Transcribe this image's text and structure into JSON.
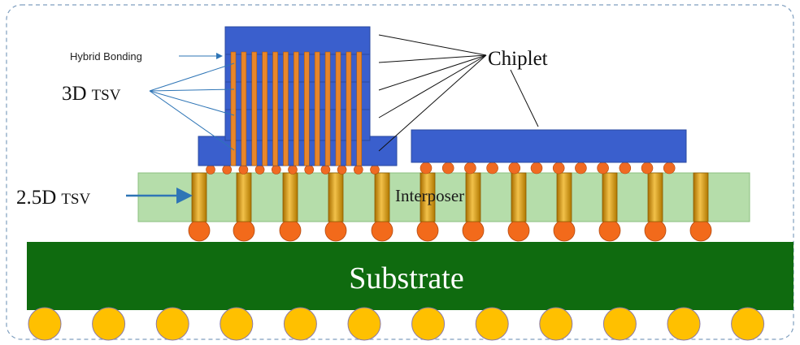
{
  "labels": {
    "hybrid_bonding": "Hybrid Bonding",
    "tsv_3d_prefix": "3D",
    "tsv_3d_suffix": "TSV",
    "tsv_25d_prefix": "2.5D",
    "tsv_25d_suffix": "TSV",
    "chiplet": "Chiplet",
    "interposer": "Interposer",
    "substrate": "Substrate"
  },
  "colors": {
    "chiplet_fill": "#3a5fcd",
    "chiplet_stroke": "#2a4aa0",
    "tsv_orange": "#e8862a",
    "microbump": "#f06a22",
    "interposer_fill": "#b5ddaa",
    "interposer_stroke": "#8cc080",
    "tsv_gold": "#d49a1a",
    "c4_bump": "#f26a1b",
    "substrate_fill": "#0f6b0f",
    "ball": "#ffc000",
    "arrow_blue": "#2e75b6",
    "border_dash": "#7f9fbf"
  }
}
